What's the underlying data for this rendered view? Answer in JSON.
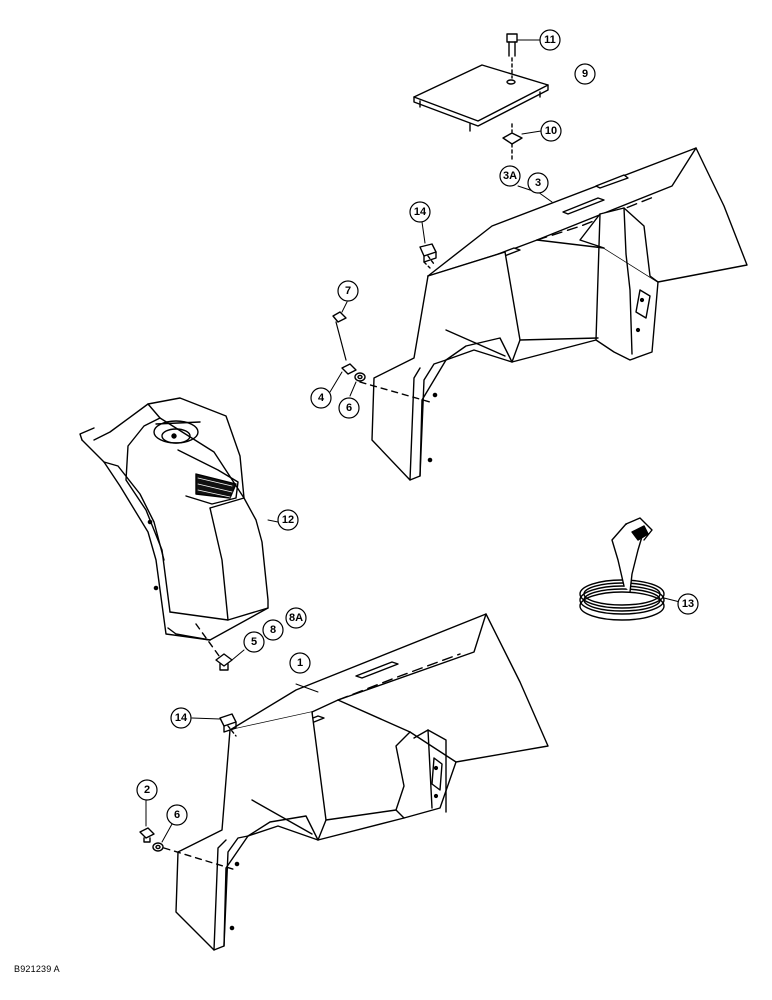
{
  "figure_id": "B921239 A",
  "callouts": {
    "c1": "1",
    "c2": "2",
    "c3": "3",
    "c3a": "3A",
    "c4": "4",
    "c5": "5",
    "c6a": "6",
    "c6b": "6",
    "c7": "7",
    "c8": "8",
    "c8a": "8A",
    "c9": "9",
    "c10": "10",
    "c11": "11",
    "c12": "12",
    "c13": "13",
    "c14a": "14",
    "c14b": "14"
  }
}
